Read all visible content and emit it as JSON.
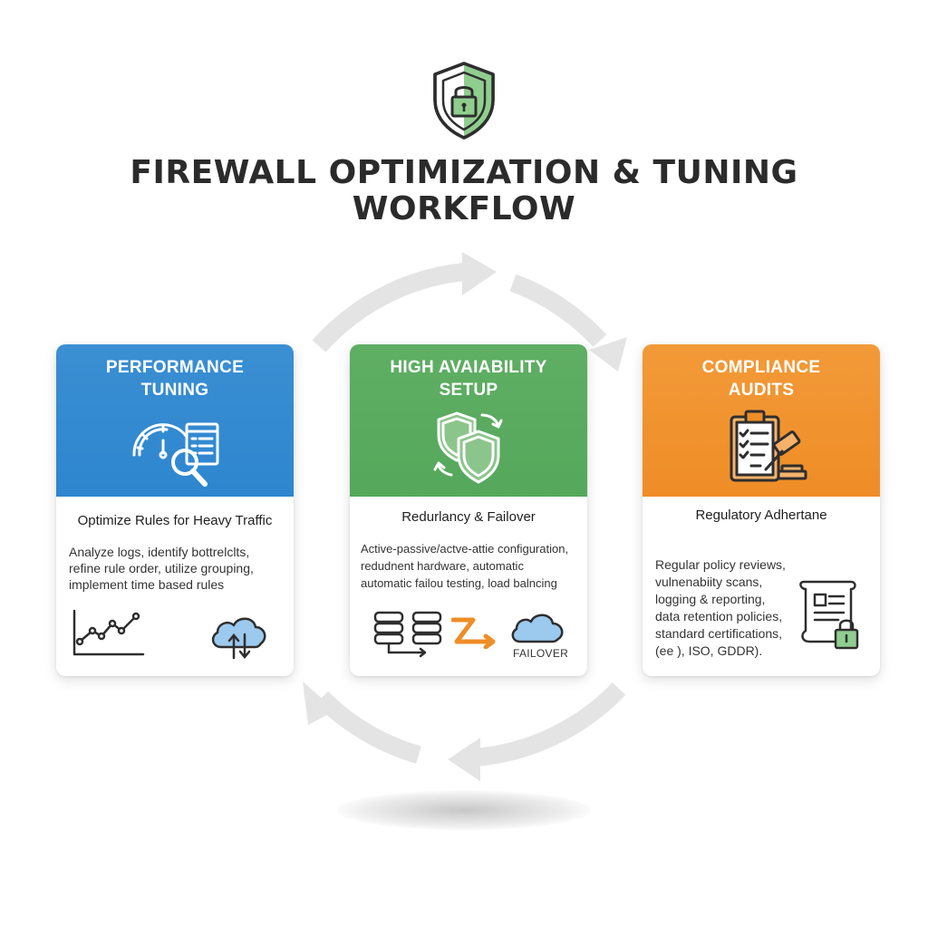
{
  "title": {
    "line1": "FIREWALL OPTIMIZATION & TUNING",
    "line2": "WORKFLOW"
  },
  "colors": {
    "performance": "#2d86cf",
    "availability": "#55a85b",
    "compliance": "#ef8d27",
    "arrows": "#e3e3e3",
    "title": "#2b2b2b"
  },
  "icons": {
    "top": "shield-lock-icon",
    "performance": [
      "speedometer-icon",
      "magnifier-icon",
      "log-sheet-icon",
      "line-chart-icon",
      "cloud-sync-icon"
    ],
    "availability": [
      "twin-shields-icon",
      "server-stack-icon",
      "switch-arrow-icon",
      "cloud-icon"
    ],
    "compliance": [
      "clipboard-checklist-icon",
      "gavel-icon",
      "document-lock-icon"
    ]
  },
  "cards": [
    {
      "title_lines": [
        "PERFORMANCE",
        "TUNING"
      ],
      "subtitle": "Optimize Rules for Heavy Traffic",
      "body_lines": [
        "Analyze logs, identify bottrelclts,",
        "refine rule order, utilize grouping,",
        "implement time based rules"
      ]
    },
    {
      "title_lines": [
        "HIGH AVAIABILITY",
        "SETUP"
      ],
      "subtitle": "Redurlancy & Failover",
      "body_lines": [
        "Active-passive/actve-attie configuration,",
        "redudnent hardware, automatic",
        "automatic failou testing, load balncing"
      ],
      "footer_label": "FAILOVER"
    },
    {
      "title_lines": [
        "COMPLIANCE",
        "AUDITS"
      ],
      "subtitle": "Regulatory Adhertane",
      "body_lines": [
        "Regular policy reviews,",
        "vulnenabiity scans,",
        "logging & reporting,",
        "data retention policies,",
        "standard certifications,",
        "(ee ), ISO, GDDR)."
      ]
    }
  ]
}
